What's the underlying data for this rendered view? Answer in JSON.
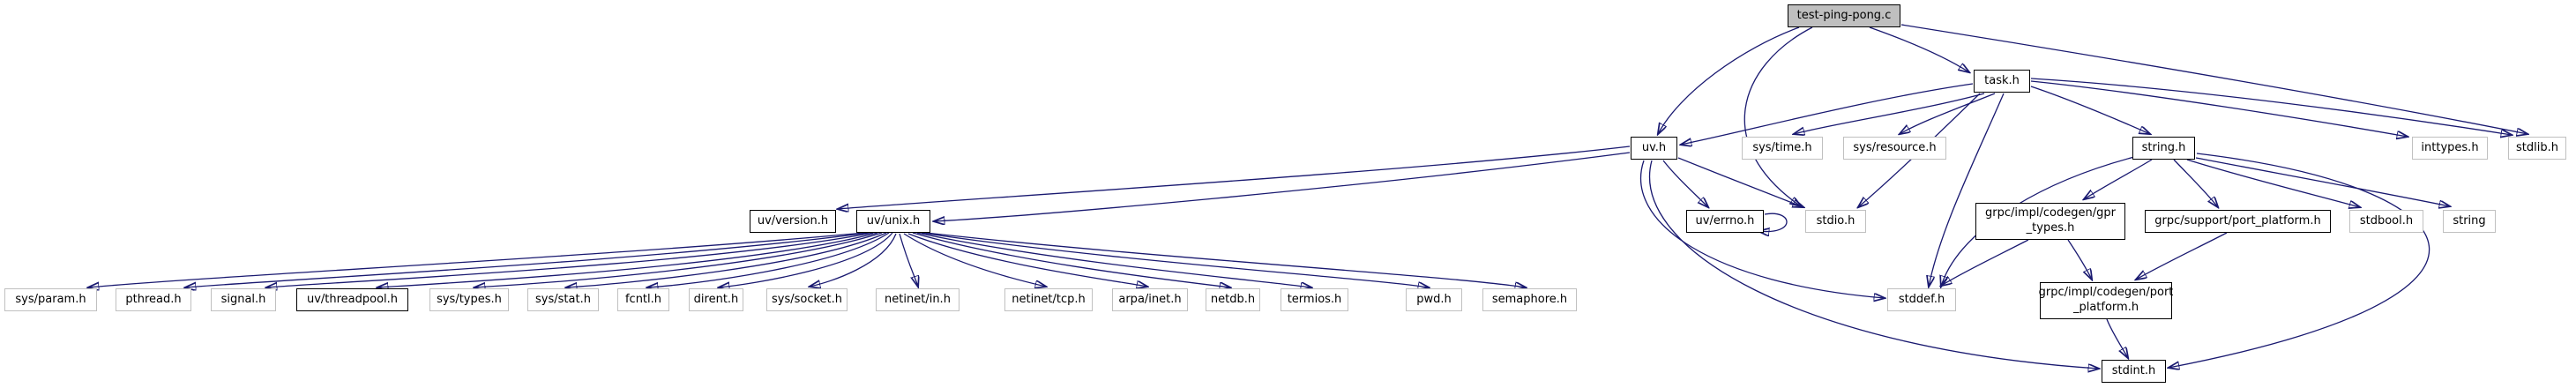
{
  "diagram": {
    "kind": "include-dependency-graph",
    "root_file": "test-ping-pong.c",
    "colors": {
      "edge": "#191970",
      "documented_border": "#000000",
      "external_border": "#c0c0c0",
      "node_fill": "#ffffff",
      "root_fill": "#bfbfbf",
      "background": "#ffffff"
    },
    "nodes": [
      {
        "id": "test-ping-pong-c",
        "label": "test-ping-pong.c",
        "type": "root"
      },
      {
        "id": "task-h",
        "label": "task.h",
        "type": "documented"
      },
      {
        "id": "uv-h",
        "label": "uv.h",
        "type": "documented"
      },
      {
        "id": "sys-time-h",
        "label": "sys/time.h",
        "type": "external"
      },
      {
        "id": "sys-resource-h",
        "label": "sys/resource.h",
        "type": "external"
      },
      {
        "id": "string-h",
        "label": "string.h",
        "type": "documented"
      },
      {
        "id": "inttypes-h",
        "label": "inttypes.h",
        "type": "external"
      },
      {
        "id": "stdlib-h",
        "label": "stdlib.h",
        "type": "external"
      },
      {
        "id": "uv-version-h",
        "label": "uv/version.h",
        "type": "documented"
      },
      {
        "id": "uv-unix-h",
        "label": "uv/unix.h",
        "type": "documented"
      },
      {
        "id": "uv-errno-h",
        "label": "uv/errno.h",
        "type": "documented"
      },
      {
        "id": "stdio-h",
        "label": "stdio.h",
        "type": "external"
      },
      {
        "id": "grpc-impl-codegen-gpr-types-h",
        "label": "grpc/impl/codegen/gpr\n_types.h",
        "type": "documented"
      },
      {
        "id": "grpc-support-port-platform-h",
        "label": "grpc/support/port_platform.h",
        "type": "documented"
      },
      {
        "id": "stdbool-h",
        "label": "stdbool.h",
        "type": "external"
      },
      {
        "id": "string",
        "label": "string",
        "type": "external"
      },
      {
        "id": "stddef-h",
        "label": "stddef.h",
        "type": "external"
      },
      {
        "id": "grpc-impl-codegen-port-platform-h",
        "label": "grpc/impl/codegen/port\n_platform.h",
        "type": "documented"
      },
      {
        "id": "stdint-h",
        "label": "stdint.h",
        "type": "documented"
      },
      {
        "id": "sys-param-h",
        "label": "sys/param.h",
        "type": "external"
      },
      {
        "id": "pthread-h",
        "label": "pthread.h",
        "type": "external"
      },
      {
        "id": "signal-h",
        "label": "signal.h",
        "type": "external"
      },
      {
        "id": "uv-threadpool-h",
        "label": "uv/threadpool.h",
        "type": "documented"
      },
      {
        "id": "sys-types-h",
        "label": "sys/types.h",
        "type": "external"
      },
      {
        "id": "sys-stat-h",
        "label": "sys/stat.h",
        "type": "external"
      },
      {
        "id": "fcntl-h",
        "label": "fcntl.h",
        "type": "external"
      },
      {
        "id": "dirent-h",
        "label": "dirent.h",
        "type": "external"
      },
      {
        "id": "sys-socket-h",
        "label": "sys/socket.h",
        "type": "external"
      },
      {
        "id": "netinet-in-h",
        "label": "netinet/in.h",
        "type": "external"
      },
      {
        "id": "netinet-tcp-h",
        "label": "netinet/tcp.h",
        "type": "external"
      },
      {
        "id": "arpa-inet-h",
        "label": "arpa/inet.h",
        "type": "external"
      },
      {
        "id": "netdb-h",
        "label": "netdb.h",
        "type": "external"
      },
      {
        "id": "termios-h",
        "label": "termios.h",
        "type": "external"
      },
      {
        "id": "pwd-h",
        "label": "pwd.h",
        "type": "external"
      },
      {
        "id": "semaphore-h",
        "label": "semaphore.h",
        "type": "external"
      }
    ],
    "edges": [
      {
        "from": "test-ping-pong.c",
        "to": "task.h"
      },
      {
        "from": "test-ping-pong.c",
        "to": "uv.h"
      },
      {
        "from": "test-ping-pong.c",
        "to": "stdio.h"
      },
      {
        "from": "test-ping-pong.c",
        "to": "stdlib.h"
      },
      {
        "from": "task.h",
        "to": "uv.h"
      },
      {
        "from": "task.h",
        "to": "sys/time.h"
      },
      {
        "from": "task.h",
        "to": "sys/resource.h"
      },
      {
        "from": "task.h",
        "to": "stdio.h"
      },
      {
        "from": "task.h",
        "to": "stddef.h"
      },
      {
        "from": "task.h",
        "to": "string.h"
      },
      {
        "from": "task.h",
        "to": "inttypes.h"
      },
      {
        "from": "task.h",
        "to": "stdlib.h"
      },
      {
        "from": "uv.h",
        "to": "uv/version.h"
      },
      {
        "from": "uv.h",
        "to": "uv/unix.h"
      },
      {
        "from": "uv.h",
        "to": "uv/errno.h"
      },
      {
        "from": "uv.h",
        "to": "stdio.h"
      },
      {
        "from": "uv.h",
        "to": "stddef.h"
      },
      {
        "from": "uv.h",
        "to": "stdint.h"
      },
      {
        "from": "uv/errno.h",
        "to": "uv/errno.h"
      },
      {
        "from": "uv/unix.h",
        "to": "sys/param.h"
      },
      {
        "from": "uv/unix.h",
        "to": "pthread.h"
      },
      {
        "from": "uv/unix.h",
        "to": "signal.h"
      },
      {
        "from": "uv/unix.h",
        "to": "uv/threadpool.h"
      },
      {
        "from": "uv/unix.h",
        "to": "sys/types.h"
      },
      {
        "from": "uv/unix.h",
        "to": "sys/stat.h"
      },
      {
        "from": "uv/unix.h",
        "to": "fcntl.h"
      },
      {
        "from": "uv/unix.h",
        "to": "dirent.h"
      },
      {
        "from": "uv/unix.h",
        "to": "sys/socket.h"
      },
      {
        "from": "uv/unix.h",
        "to": "netinet/in.h"
      },
      {
        "from": "uv/unix.h",
        "to": "netinet/tcp.h"
      },
      {
        "from": "uv/unix.h",
        "to": "arpa/inet.h"
      },
      {
        "from": "uv/unix.h",
        "to": "netdb.h"
      },
      {
        "from": "uv/unix.h",
        "to": "termios.h"
      },
      {
        "from": "uv/unix.h",
        "to": "pwd.h"
      },
      {
        "from": "uv/unix.h",
        "to": "semaphore.h"
      },
      {
        "from": "string.h",
        "to": "stddef.h"
      },
      {
        "from": "string.h",
        "to": "grpc/impl/codegen/gpr_types.h"
      },
      {
        "from": "string.h",
        "to": "grpc/support/port_platform.h"
      },
      {
        "from": "string.h",
        "to": "stdbool.h"
      },
      {
        "from": "string.h",
        "to": "string"
      },
      {
        "from": "string.h",
        "to": "stdint.h"
      },
      {
        "from": "grpc/impl/codegen/gpr_types.h",
        "to": "stddef.h"
      },
      {
        "from": "grpc/impl/codegen/gpr_types.h",
        "to": "grpc/impl/codegen/port_platform.h"
      },
      {
        "from": "grpc/support/port_platform.h",
        "to": "grpc/impl/codegen/port_platform.h"
      },
      {
        "from": "grpc/impl/codegen/port_platform.h",
        "to": "stdint.h"
      }
    ]
  }
}
